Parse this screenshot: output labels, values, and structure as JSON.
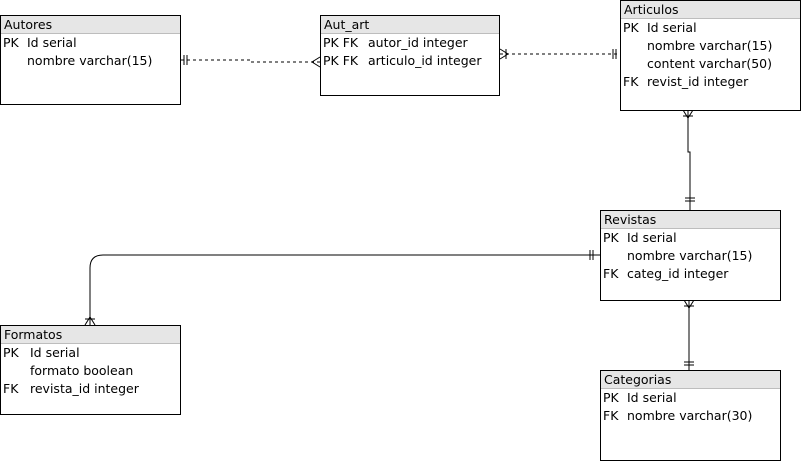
{
  "entities": [
    {
      "name": "Autores",
      "fields": [
        {
          "key": "PK",
          "text": "Id serial"
        },
        {
          "key": "",
          "text": "nombre varchar(15)"
        }
      ]
    },
    {
      "name": "Aut_art",
      "fields": [
        {
          "key": "PK FK",
          "text": "autor_id integer"
        },
        {
          "key": "PK FK",
          "text": "articulo_id integer"
        }
      ]
    },
    {
      "name": "Articulos",
      "fields": [
        {
          "key": "PK",
          "text": "Id serial"
        },
        {
          "key": "",
          "text": "nombre varchar(15)"
        },
        {
          "key": "",
          "text": "content varchar(50)"
        },
        {
          "key": "FK",
          "text": "revist_id integer"
        }
      ]
    },
    {
      "name": "Revistas",
      "fields": [
        {
          "key": "PK",
          "text": "Id serial"
        },
        {
          "key": "",
          "text": "nombre varchar(15)"
        },
        {
          "key": "FK",
          "text": "categ_id integer"
        }
      ]
    },
    {
      "name": "Formatos",
      "fields": [
        {
          "key": "PK",
          "text": "Id serial"
        },
        {
          "key": "",
          "text": "formato boolean"
        },
        {
          "key": "FK",
          "text": "revista_id integer"
        }
      ]
    },
    {
      "name": "Categorias",
      "fields": [
        {
          "key": "PK",
          "text": "Id serial"
        },
        {
          "key": "FK",
          "text": "nombre varchar(30)"
        }
      ]
    }
  ],
  "relationships": [
    {
      "from": "Autores",
      "to": "Aut_art",
      "from_cardinality": "one-mandatory",
      "to_cardinality": "zero-or-many",
      "style": "dashed"
    },
    {
      "from": "Aut_art",
      "to": "Articulos",
      "from_cardinality": "one-or-many",
      "to_cardinality": "one-mandatory",
      "style": "dashed"
    },
    {
      "from": "Articulos",
      "to": "Revistas",
      "from_cardinality": "one-or-many",
      "to_cardinality": "one-mandatory",
      "style": "solid"
    },
    {
      "from": "Revistas",
      "to": "Formatos",
      "from_cardinality": "one-mandatory",
      "to_cardinality": "one-or-many",
      "style": "solid"
    },
    {
      "from": "Revistas",
      "to": "Categorias",
      "from_cardinality": "one-or-many",
      "to_cardinality": "one-mandatory",
      "style": "solid"
    }
  ]
}
